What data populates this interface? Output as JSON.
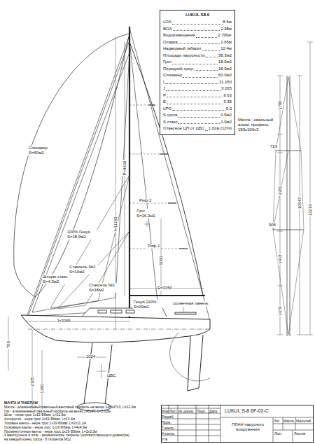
{
  "diagram": {
    "nodes": [
      {
        "text": [
          "LUKUL S8.6"
        ]
      },
      {
        "text": [
          "LUKUL S-8 6F-02-C",
          "ПЛАН парусного вооружения"
        ]
      }
    ],
    "labels": [
      "LOA",
      "8.6м",
      "BOA",
      "2.98м",
      "Водоизмещение",
      "2.700кг",
      "Осадка",
      "1.65м",
      "Надводный габарит",
      "12.4м",
      "Площадь парусности",
      "38.3м2",
      "Грот",
      "18.9м2",
      "Передний треуг",
      "18.9м2",
      "Спинакер",
      "60.0м2",
      "I",
      "11.150",
      "J",
      "3.265",
      "P",
      "9.63",
      "E",
      "3.35",
      "LPG",
      "5.0",
      "S грота",
      "0.5м2",
      "S стакс",
      "1.9м2",
      "Отвесное ЦП от ЦБС",
      "1.02м (12%)",
      "Спинакер S=60м2",
      "100% Генуя S=18.9м2",
      "Шторм стакс S=4.3м2",
      "Стаксель №2 S=10м2",
      "Стаксель №1 S=18м2",
      "Генуя 110% S=29м2",
      "Грот S=16.3м2",
      "Риф 2",
      "Риф 1",
      "P=9630",
      "I=11150",
      "E=3350",
      "J=3265",
      "1024",
      "ЦБС",
      "5060",
      "705",
      "2105",
      "1380",
      "3700",
      "723",
      "3381",
      "906",
      "3418",
      "3479",
      "10647",
      "12219",
      "Мачта - овальный алюм. профиль 150х100х3",
      "солнечная панель",
      "МАЧТА И ТАКЕЛАЖ",
      "Мачта - алюминиевый овальный вантовый профиль на вехах 145х97х3, L=12.9м",
      "Гик - алюминиевый овальный профиль на вехах 145х97, L=3.63м",
      "Штаг - нерж.трос 1х19 Ф6мм, L=11.6м",
      "Ахтерштаг - нерж.трос 1х19 Ф6мм, L=13.3м",
      "Топовые ванты - нерж.трос 1х19 Ф6мм, L=2х11.1м",
      "Основные ванты - нерж.трос 1х19 Ф6мм, L=4х4.9м",
      "Промежуточные ванты - нерж.трос 1х19 Ф5мм, L=2х3.3м",
      "4 вантпутенса и штаг - механические талрепы (соответствующего диаметра)",
      "на каждый конец троса - 8 талрепов М12",
      "Изм",
      "Лист",
      "№ докум.",
      "Подп.",
      "Дата",
      "Разраб.",
      "Пров.",
      "Т.контр.",
      "Н.контр.",
      "Утв.",
      "Лит.",
      "Масса",
      "Масштаб",
      "Лист",
      "Листов"
    ]
  }
}
